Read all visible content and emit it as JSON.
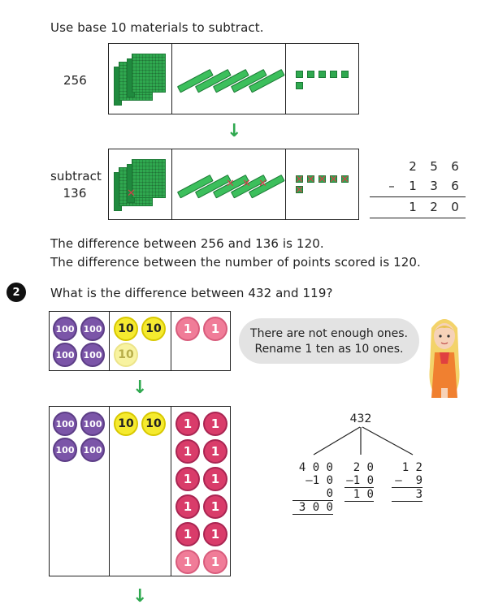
{
  "intro": "Use base 10 materials to subtract.",
  "first_row_label": "256",
  "second_row_label_line1": "subtract",
  "second_row_label_line2": "136",
  "column_sub": {
    "row1": [
      "2",
      "5",
      "6"
    ],
    "minus_sign": "–",
    "row2": [
      "1",
      "3",
      "6"
    ],
    "result": [
      "1",
      "2",
      "0"
    ]
  },
  "statement_1": "The difference between 256 and 136 is 120.",
  "statement_2": "The difference between the number of points scored is 120.",
  "question_number": "2",
  "question_text": "What is the difference between 432 and 119?",
  "disc_labels": {
    "hundred": "100",
    "ten": "10",
    "one": "1"
  },
  "speech": {
    "line1": "There are not enough ones.",
    "line2": "Rename 1 ten as 10 ones."
  },
  "partition": {
    "top": "432",
    "cols": [
      {
        "a": "4 0 0",
        "b": "–1 0 0",
        "r": "3 0 0"
      },
      {
        "a": "2 0",
        "b": "–1 0",
        "r": "1 0"
      },
      {
        "a": "1 2",
        "b": "–  9",
        "r": "3"
      }
    ]
  },
  "colors": {
    "green": "#2fa84f",
    "hundred": "#7b55a8",
    "ten": "#f5ea2f",
    "one": "#d93c6a"
  }
}
